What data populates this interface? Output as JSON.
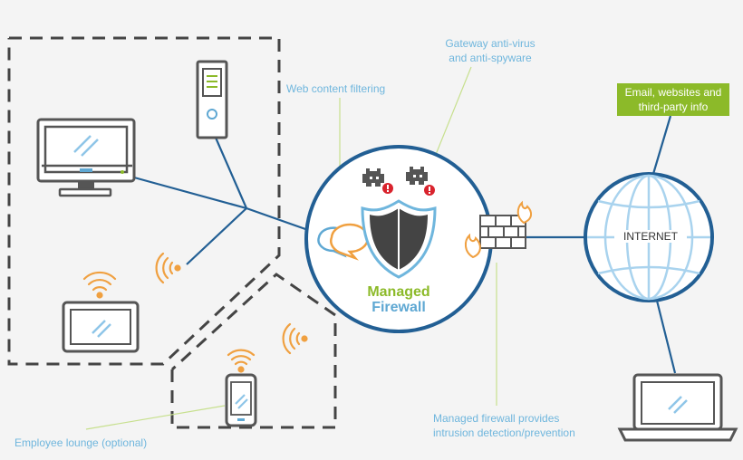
{
  "labels": {
    "gateway": [
      "Gateway anti-virus",
      "and anti-spyware"
    ],
    "web_filtering": "Web content filtering",
    "email": [
      "Email, websites and",
      "third-party info"
    ],
    "managed": [
      "Managed",
      "Firewall"
    ],
    "internet": "INTERNET",
    "intrusion": [
      "Managed firewall provides",
      "intrusion detection/prevention"
    ],
    "lounge": "Employee lounge (optional)"
  },
  "colors": {
    "line_blue": "#225f94",
    "label_blue": "#6fb6dd",
    "green": "#8cba29",
    "wifi_orange": "#f0a040",
    "dash_gray": "#444444",
    "device_gray": "#555555",
    "globe_blue": "#225f94",
    "globe_light": "#a9d3ee"
  },
  "icons": [
    "desktop-monitor-icon",
    "server-tower-icon",
    "tablet-icon",
    "smartphone-icon",
    "laptop-icon",
    "shield-icon",
    "brick-firewall-icon",
    "globe-icon",
    "chat-bubbles-icon",
    "space-invader-icon",
    "wifi-signal-icon",
    "flame-icon"
  ]
}
